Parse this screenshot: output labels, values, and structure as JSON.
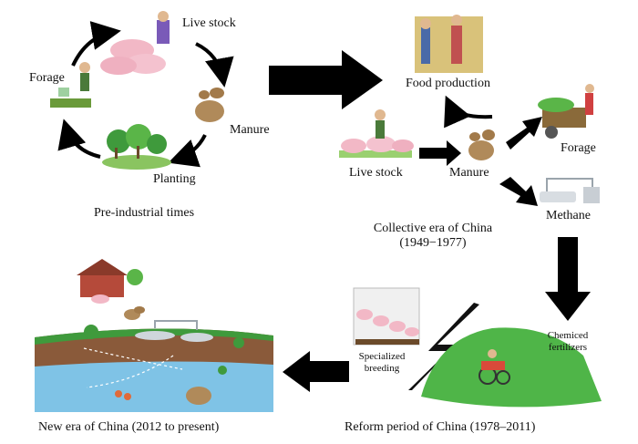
{
  "pre_industrial": {
    "livestock": "Live stock",
    "forage": "Forage",
    "manure": "Manure",
    "planting": "Planting",
    "caption": "Pre-industrial times"
  },
  "collective": {
    "food_production": "Food production",
    "livestock": "Live stock",
    "manure": "Manure",
    "forage": "Forage",
    "methane": "Methane",
    "caption": "Collective era of China",
    "years": "(1949−1977)"
  },
  "reform": {
    "fertilizers_line1": "Chemiced",
    "fertilizers_line2": "fertilizers",
    "breeding_line1": "Specialized",
    "breeding_line2": "breeding",
    "caption": "Reform period of China (1978–2011)"
  },
  "new_era": {
    "caption": "New era of China (2012 to present)"
  },
  "colors": {
    "arrow": "#000000",
    "pig": "#f2b8c6",
    "manure": "#b08a5a",
    "tree": "#3f9a3c",
    "soil": "#8a5a3a",
    "water": "#7fc3e6",
    "hill": "#4fb548"
  }
}
